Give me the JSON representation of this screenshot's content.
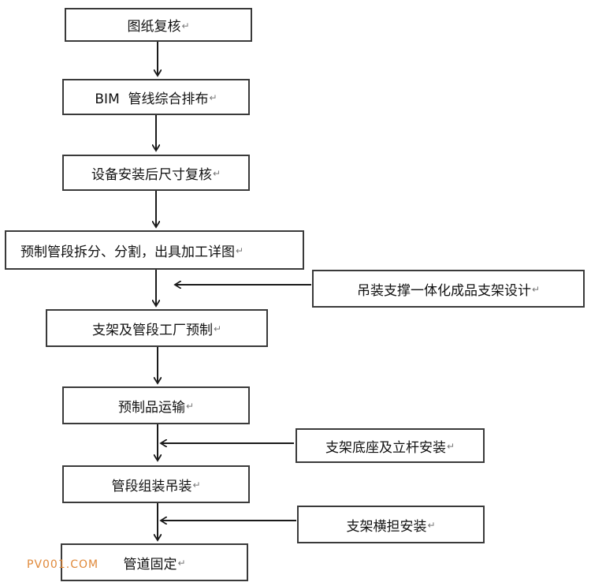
{
  "flow": {
    "step1": "图纸复核",
    "step2": "BIM  管线综合排布",
    "step3": "设备安装后尺寸复核",
    "step4": "预制管段拆分、分割，出具加工详图",
    "step5": "支架及管段工厂预制",
    "step6": "预制品运输",
    "step7": "管段组装吊装",
    "step8": "管道固定"
  },
  "side": {
    "input1": "吊装支撑一体化成品支架设计",
    "input2": "支架底座及立杆安装",
    "input3": "支架横担安装"
  },
  "paragraph_mark": "↵",
  "watermark": "PV001.COM"
}
